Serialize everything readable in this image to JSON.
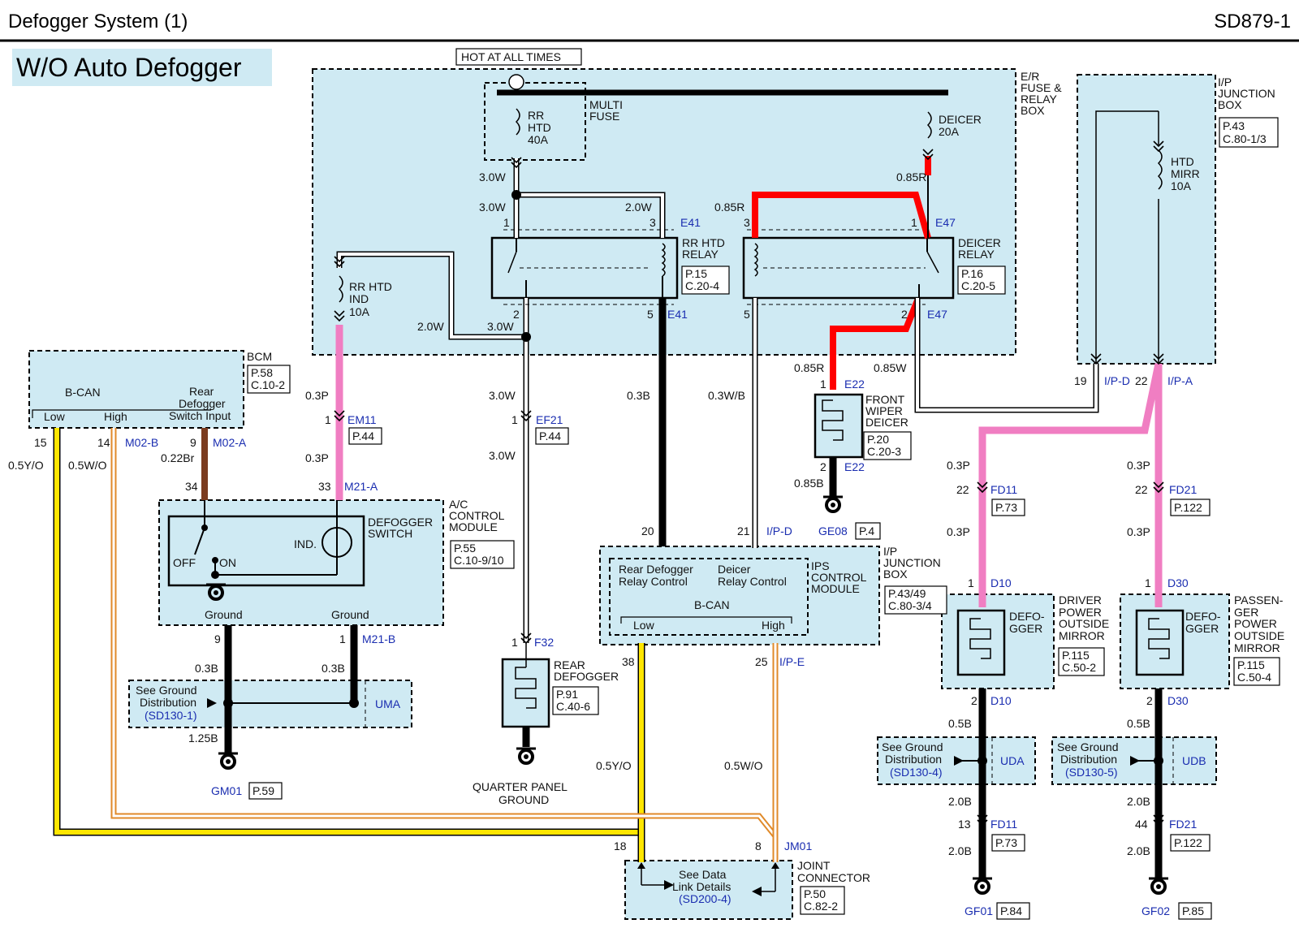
{
  "header": {
    "title": "Defogger System  (1)",
    "code": "SD879-1"
  },
  "subtitle": "W/O Auto Defogger",
  "hot": "HOT AT ALL TIMES",
  "er_box": {
    "l1": "E/R",
    "l2": "FUSE &",
    "l3": "RELAY",
    "l4": "BOX"
  },
  "ip_box_top": {
    "l1": "I/P",
    "l2": "JUNCTION",
    "l3": "BOX",
    "r1": "P.43",
    "r2": "C.80-1/3"
  },
  "multi_fuse": {
    "l1": "MULTI",
    "l2": "FUSE"
  },
  "fuse_rr": {
    "l1": "RR",
    "l2": "HTD",
    "l3": "40A"
  },
  "fuse_deicer": {
    "l1": "DEICER",
    "l2": "20A"
  },
  "fuse_mirr": {
    "l1": "HTD",
    "l2": "MIRR",
    "l3": "10A"
  },
  "fuse_ind": {
    "l1": "RR HTD",
    "l2": "IND",
    "l3": "10A"
  },
  "rr_relay": {
    "l1": "RR HTD",
    "l2": "RELAY",
    "r1": "P.15",
    "r2": "C.20-4"
  },
  "deicer_relay": {
    "l1": "DEICER",
    "l2": "RELAY",
    "r1": "P.16",
    "r2": "C.20-5"
  },
  "bcm": {
    "name": "BCM",
    "r1": "P.58",
    "r2": "C.10-2",
    "bcan": "B-CAN",
    "low": "Low",
    "high": "High",
    "s1": "Rear",
    "s2": "Defogger",
    "s3": "Switch Input"
  },
  "ac": {
    "l1": "A/C",
    "l2": "CONTROL",
    "l3": "MODULE",
    "r1": "P.55",
    "r2": "C.10-9/10",
    "sw1": "DEFOGGER",
    "sw2": "SWITCH",
    "ind": "IND.",
    "off": "OFF",
    "on": "ON",
    "ground": "Ground"
  },
  "ground_dist": {
    "see": "See Ground",
    "dist": "Distribution",
    "sd1": "(SD130-1)",
    "sd4": "(SD130-4)",
    "sd5": "(SD130-5)",
    "uma": "UMA",
    "uda": "UDA",
    "udb": "UDB"
  },
  "rear_defogger": {
    "l1": "REAR",
    "l2": "DEFOGGER",
    "r1": "P.91",
    "r2": "C.40-6",
    "g1": "QUARTER PANEL",
    "g2": "GROUND"
  },
  "wiper": {
    "l1": "FRONT",
    "l2": "WIPER",
    "l3": "DEICER",
    "r1": "P.20",
    "r2": "C.20-3"
  },
  "ips": {
    "rd1": "Rear Defogger",
    "rd2": "Relay Control",
    "dc1": "Deicer",
    "dc2": "Relay Control",
    "bcan": "B-CAN",
    "low": "Low",
    "high": "High",
    "m1": "IPS",
    "m2": "CONTROL",
    "m3": "MODULE",
    "j1": "I/P",
    "j2": "JUNCTION",
    "j3": "BOX",
    "r1": "P.43/49",
    "r2": "C.80-3/4"
  },
  "joint": {
    "l1": "JOINT",
    "l2": "CONNECTOR",
    "r1": "P.50",
    "r2": "C.82-2",
    "d1": "See Data",
    "d2": "Link Details",
    "d3": "(SD200-4)"
  },
  "driver_mirror": {
    "l1": "DRIVER",
    "l2": "POWER",
    "l3": "OUTSIDE",
    "l4": "MIRROR",
    "r1": "P.115",
    "r2": "C.50-2",
    "d1": "DEFO-",
    "d2": "GGER"
  },
  "pass_mirror": {
    "l1": "PASSEN-",
    "l2": "GER",
    "l3": "POWER",
    "l4": "OUTSIDE",
    "l5": "MIRROR",
    "r1": "P.115",
    "r2": "C.50-4",
    "d1": "DEFO-",
    "d2": "GGER"
  },
  "wires": {
    "w30": "3.0W",
    "w20": "2.0W",
    "r085": "0.85R",
    "p03": "0.3P",
    "b03": "0.3B",
    "wb03": "0.3W/B",
    "w085": "0.85W",
    "b085": "0.85B",
    "br022": "0.22Br",
    "yo05": "0.5Y/O",
    "wo05": "0.5W/O",
    "b125": "1.25B",
    "b05": "0.5B",
    "b20": "2.0B"
  },
  "connectors": {
    "e41": "E41",
    "e47": "E47",
    "e22": "E22",
    "em11": "EM11",
    "m21a": "M21-A",
    "m21b": "M21-B",
    "m02a": "M02-A",
    "m02b": "M02-B",
    "ef21": "EF21",
    "f32": "F32",
    "ipd": "I/P-D",
    "ipa": "I/P-A",
    "ipe": "I/P-E",
    "fd11": "FD11",
    "fd21": "FD21",
    "d10": "D10",
    "d30": "D30",
    "jm01": "JM01"
  },
  "pins": {
    "p1": "1",
    "p2": "2",
    "p3": "3",
    "p5": "5",
    "p8": "8",
    "p9": "9",
    "p13": "13",
    "p14": "14",
    "p15": "15",
    "p18": "18",
    "p19": "19",
    "p20": "20",
    "p21": "21",
    "p22": "22",
    "p25": "25",
    "p33": "33",
    "p34": "34",
    "p38": "38",
    "p44": "44"
  },
  "refs": {
    "p44": "P.44",
    "p73": "P.73",
    "p122": "P.122",
    "p4": "P.4",
    "p59": "P.59",
    "p84": "P.84",
    "p85": "P.85"
  },
  "grounds": {
    "gm01": "GM01",
    "ge08": "GE08",
    "gf01": "GF01",
    "gf02": "GF02"
  },
  "colors": {
    "box_fill": "#cfeaf3",
    "red": "#ff0000",
    "pink": "#f07ec2",
    "yellow": "#ffe600",
    "orange": "#e08a2a",
    "brown": "#7a3b1e",
    "label_blue": "#1a2db0"
  }
}
